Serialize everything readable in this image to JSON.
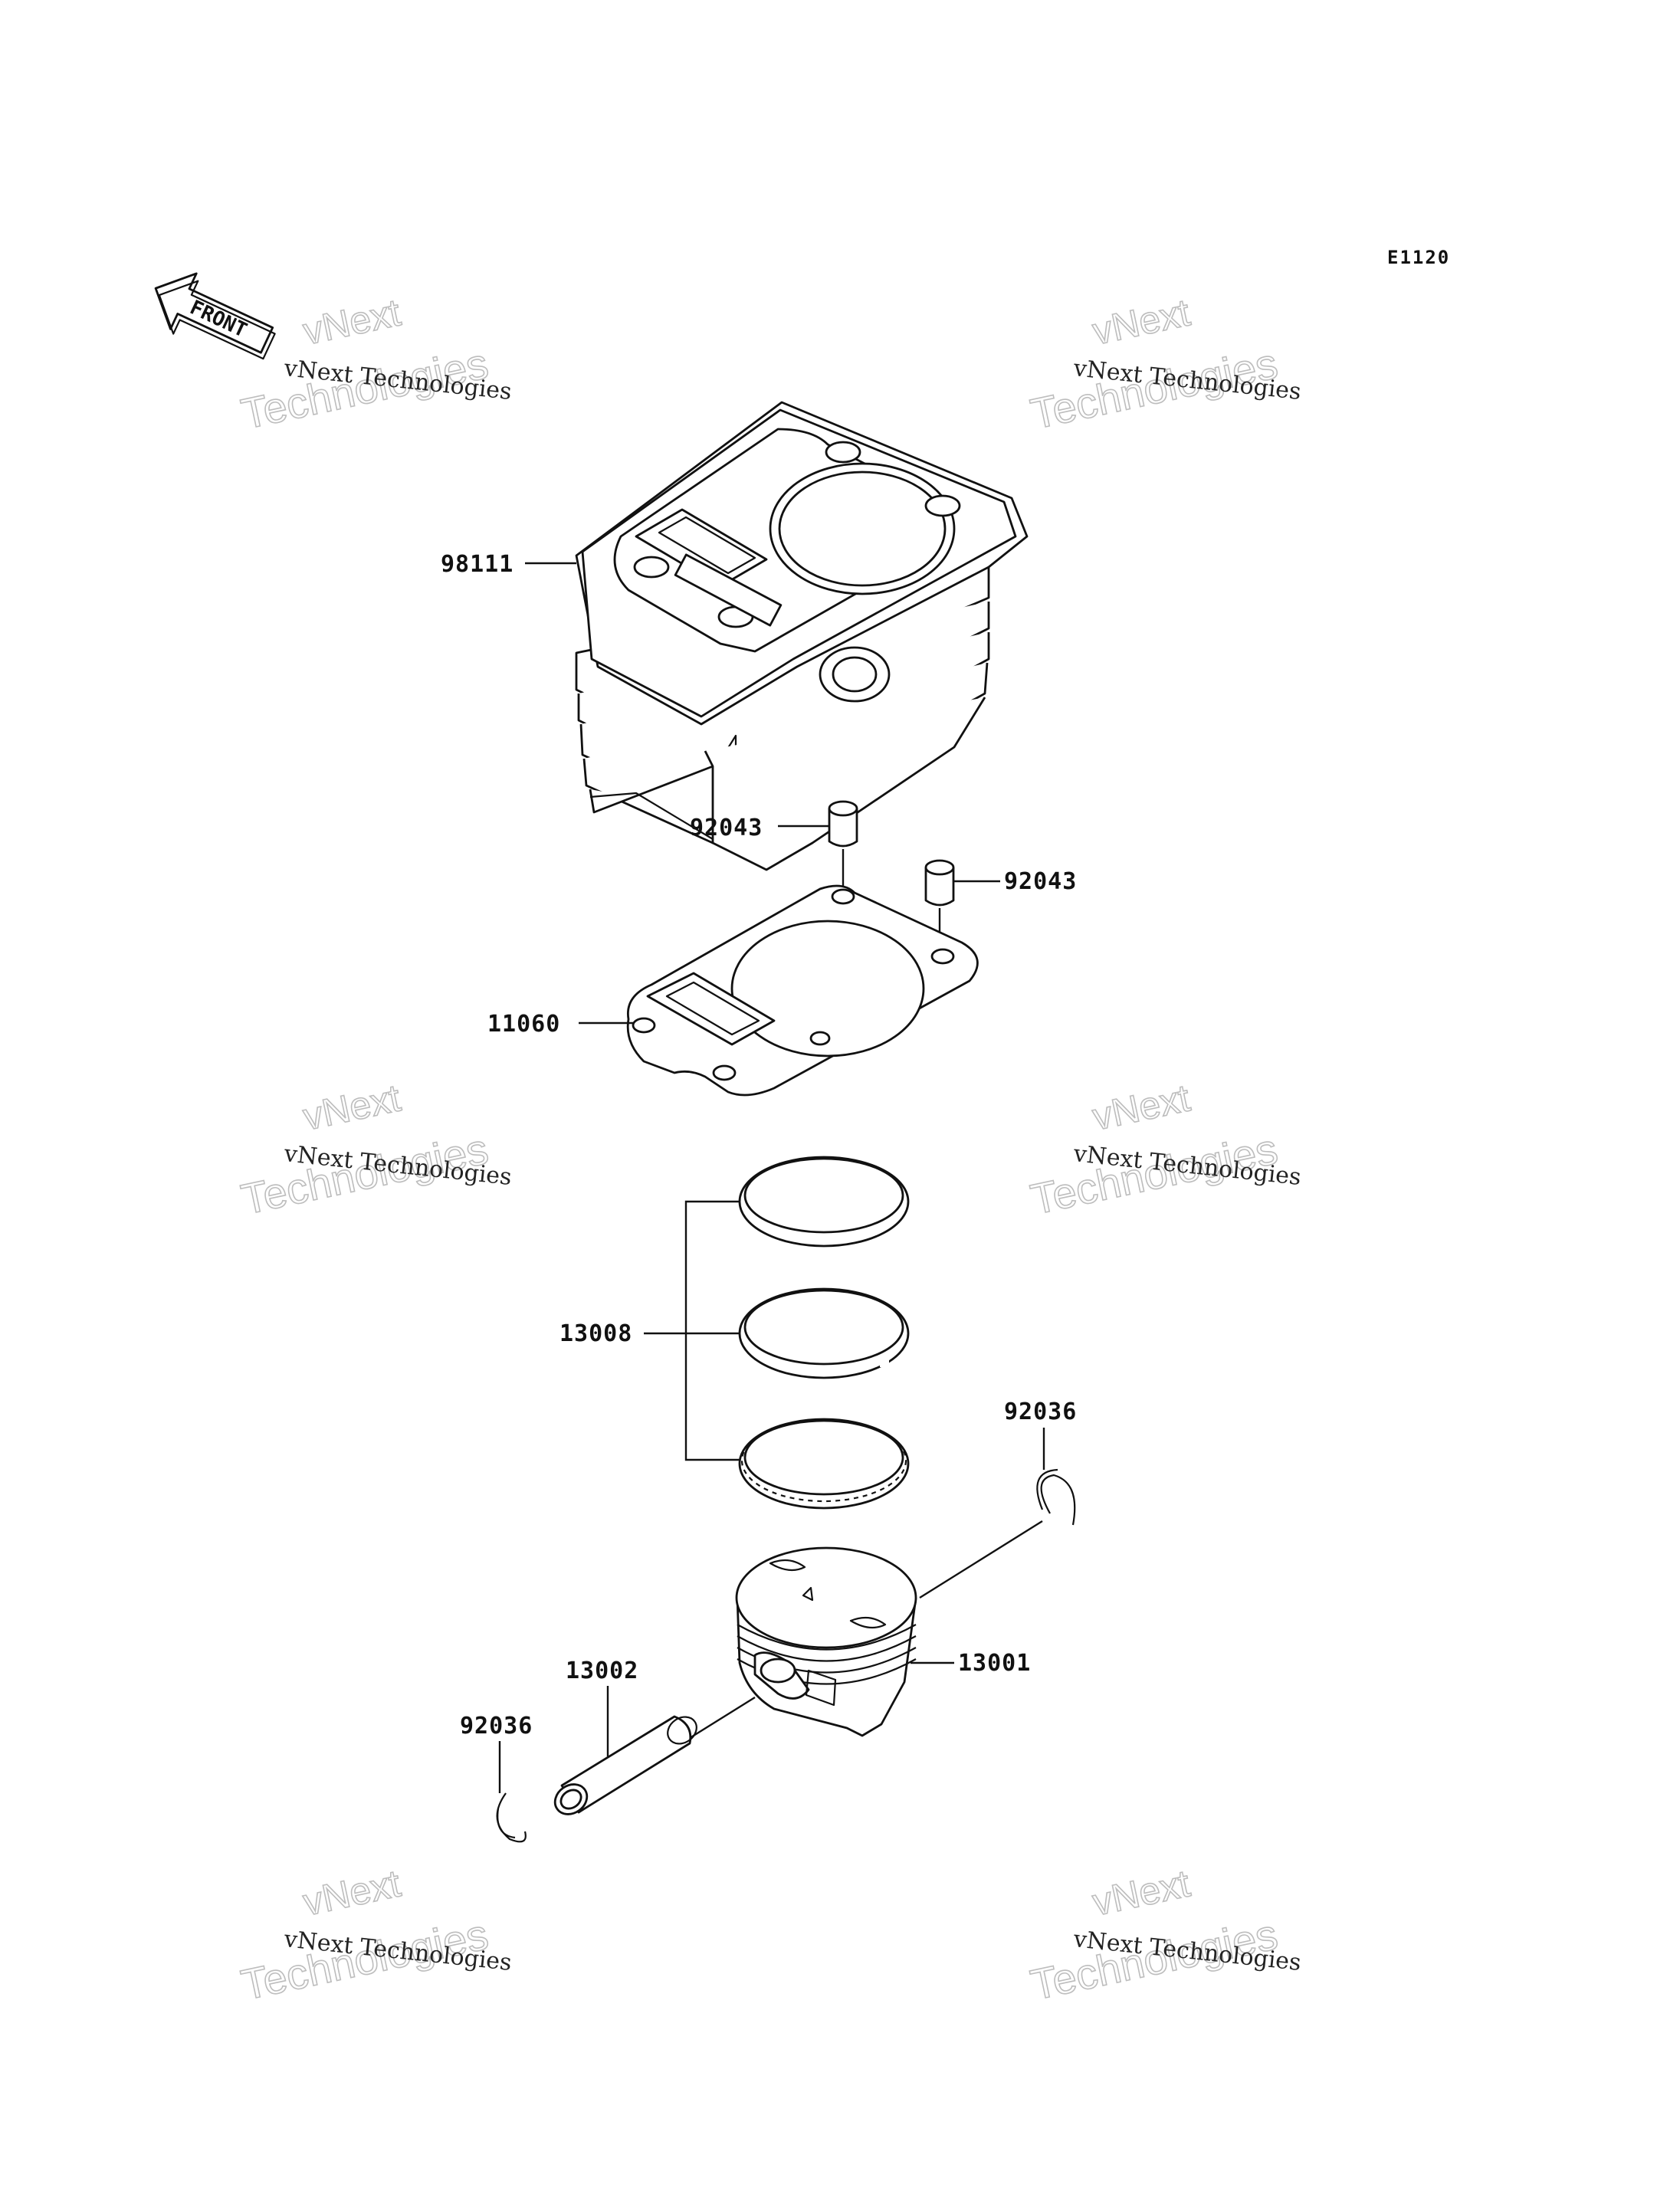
{
  "diagram_code": "E1120",
  "front_label": "FRONT",
  "watermark": {
    "line1": "vNext Technologies",
    "line2": "Technologies",
    "line3": "vNext"
  },
  "parts": [
    {
      "number": "98111"
    },
    {
      "number": "92043"
    },
    {
      "number": "92043"
    },
    {
      "number": "11060"
    },
    {
      "number": "13008"
    },
    {
      "number": "92036"
    },
    {
      "number": "13001"
    },
    {
      "number": "13002"
    },
    {
      "number": "92036"
    }
  ]
}
